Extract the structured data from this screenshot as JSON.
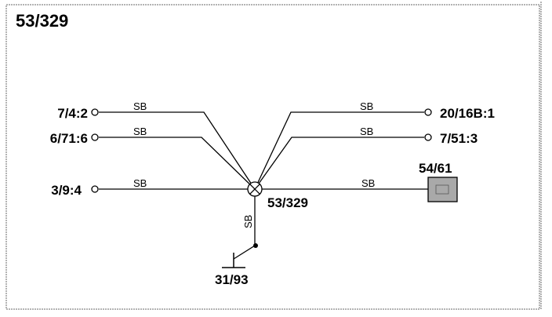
{
  "diagram": {
    "title": "53/329",
    "splice": {
      "id": "53/329"
    },
    "connectors": {
      "left_top": "7/4:2",
      "left_mid": "6/71:6",
      "left_low": "3/9:4",
      "right_top": "20/16B:1",
      "right_mid": "7/51:3",
      "component": "54/61",
      "ground": "31/93"
    },
    "wire_colors": {
      "w1": "SB",
      "w2": "SB",
      "w3": "SB",
      "w4": "SB",
      "w5": "SB",
      "w6": "SB",
      "w7": "SB"
    },
    "colors": {
      "line": "#000000",
      "component_fill": "#a9a9a9",
      "border": "#9a9a9a"
    }
  }
}
